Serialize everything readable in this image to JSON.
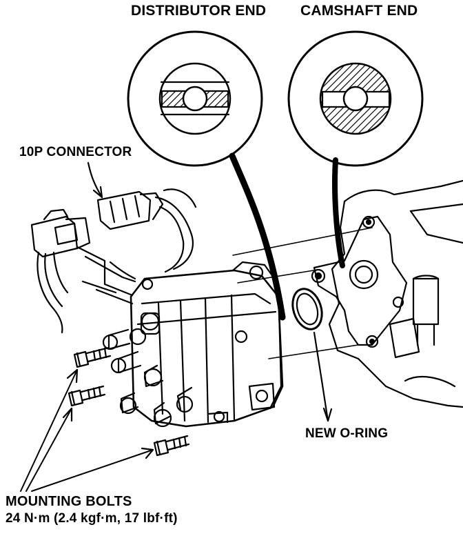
{
  "labels": {
    "distributor_end": "DISTRIBUTOR END",
    "camshaft_end": "CAMSHAFT END",
    "connector": "10P CONNECTOR",
    "o_ring": "NEW O-RING",
    "mounting_bolts": "MOUNTING BOLTS",
    "torque": "24 N·m (2.4 kgf·m, 17 lbf·ft)"
  },
  "colors": {
    "ink": "#000000",
    "paper": "#ffffff"
  }
}
